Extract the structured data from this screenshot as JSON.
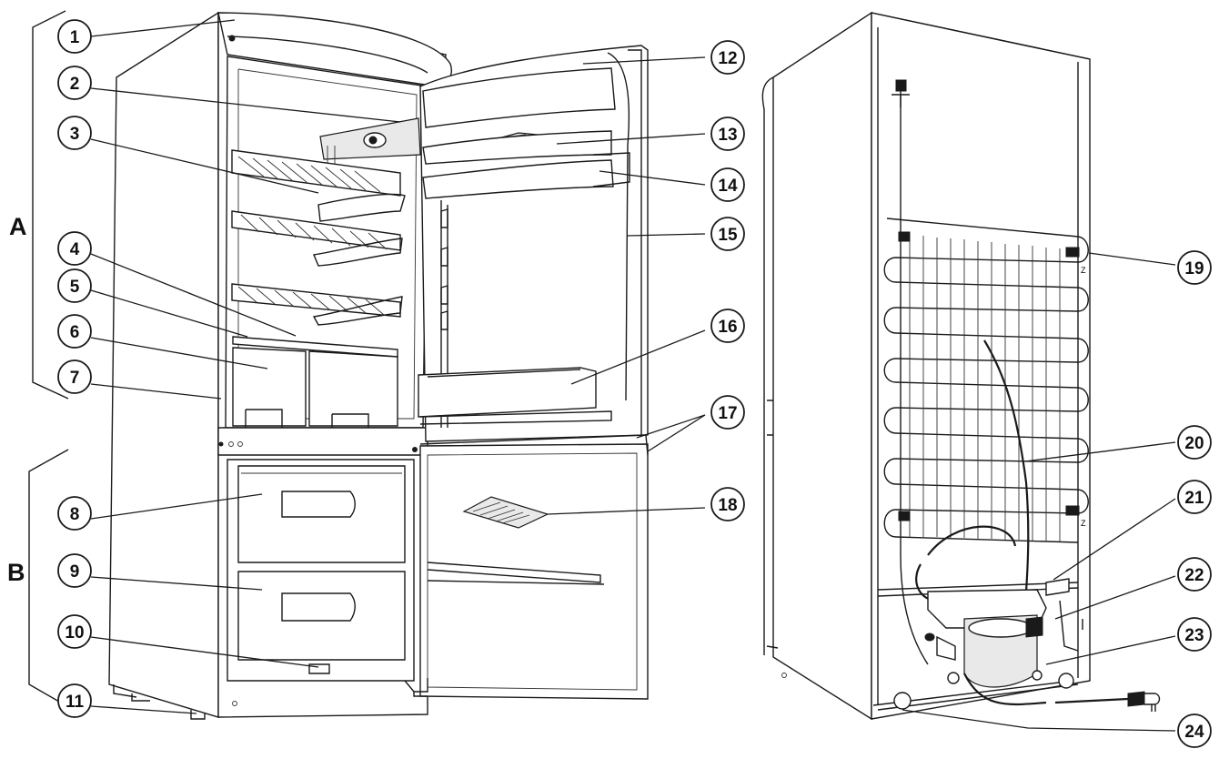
{
  "sections": [
    {
      "id": "A",
      "label": "A"
    },
    {
      "id": "B",
      "label": "B"
    }
  ],
  "callouts": [
    {
      "id": "c1",
      "label": "1"
    },
    {
      "id": "c2",
      "label": "2"
    },
    {
      "id": "c3",
      "label": "3"
    },
    {
      "id": "c4",
      "label": "4"
    },
    {
      "id": "c5",
      "label": "5"
    },
    {
      "id": "c6",
      "label": "6"
    },
    {
      "id": "c7",
      "label": "7"
    },
    {
      "id": "c8",
      "label": "8"
    },
    {
      "id": "c9",
      "label": "9"
    },
    {
      "id": "c10",
      "label": "10"
    },
    {
      "id": "c11",
      "label": "11"
    },
    {
      "id": "c12",
      "label": "12"
    },
    {
      "id": "c13",
      "label": "13"
    },
    {
      "id": "c14",
      "label": "14"
    },
    {
      "id": "c15",
      "label": "15"
    },
    {
      "id": "c16",
      "label": "16"
    },
    {
      "id": "c17",
      "label": "17"
    },
    {
      "id": "c18",
      "label": "18"
    },
    {
      "id": "c19",
      "label": "19"
    },
    {
      "id": "c20",
      "label": "20"
    },
    {
      "id": "c21",
      "label": "21"
    },
    {
      "id": "c22",
      "label": "22"
    },
    {
      "id": "c23",
      "label": "23"
    },
    {
      "id": "c24",
      "label": "24"
    }
  ],
  "condenser_marks": [
    "Z",
    "Z"
  ]
}
